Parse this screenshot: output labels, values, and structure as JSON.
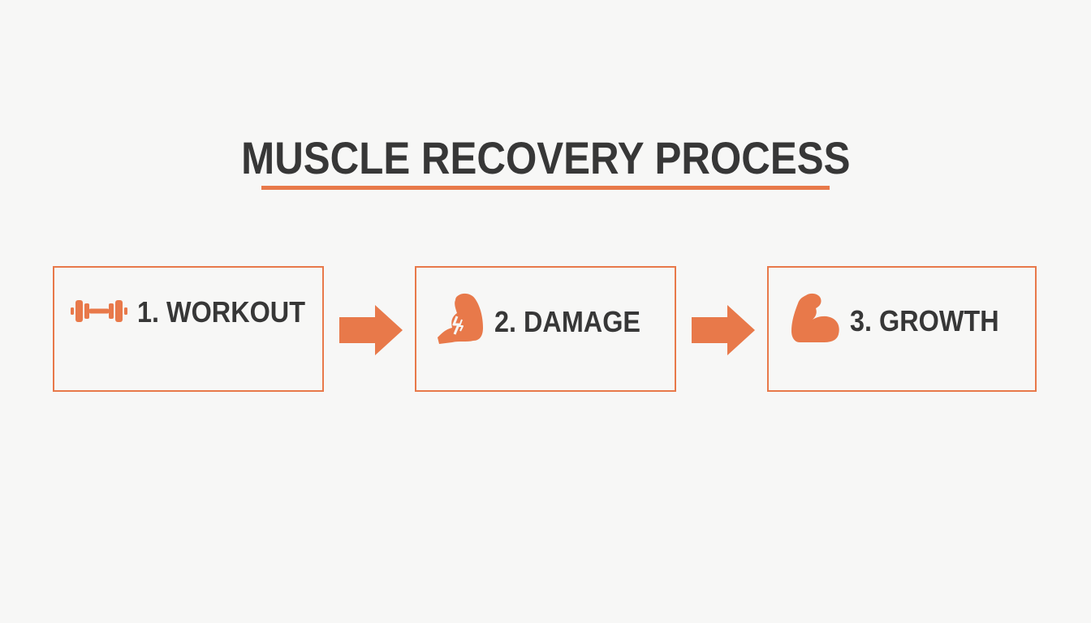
{
  "diagram": {
    "title": "MUSCLE RECOVERY PROCESS",
    "accent_color": "#e8794a",
    "text_color": "#373737",
    "steps": [
      {
        "label": "1. WORKOUT",
        "icon": "dumbbell-icon"
      },
      {
        "label": "2. DAMAGE",
        "icon": "damaged-bicep-icon"
      },
      {
        "label": "3. GROWTH",
        "icon": "flexed-bicep-icon"
      }
    ],
    "connectors": [
      "arrow-right-icon",
      "arrow-right-icon"
    ]
  }
}
